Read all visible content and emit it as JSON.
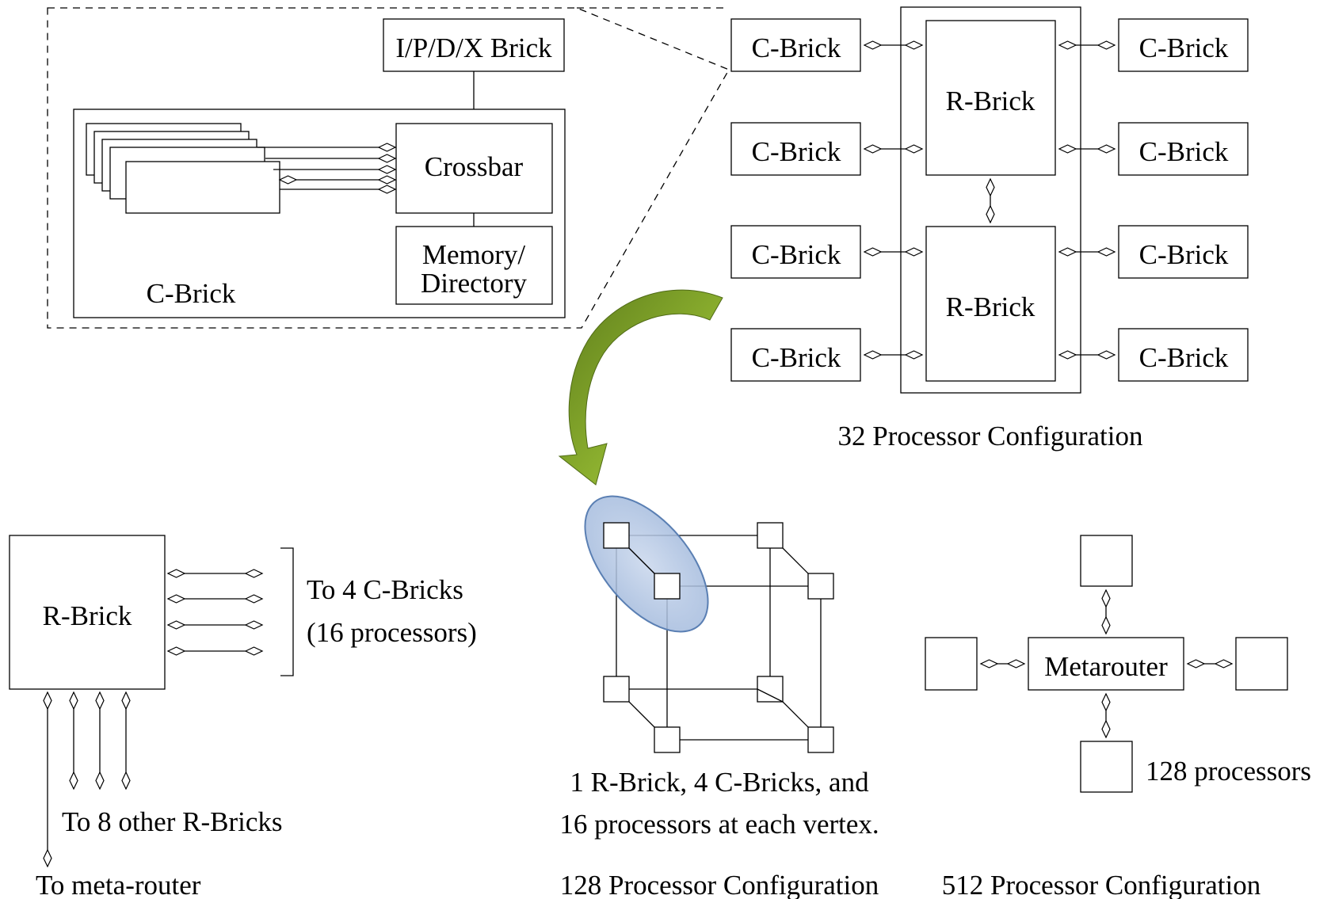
{
  "zoom_detail": {
    "io_brick": "I/P/D/X Brick",
    "crossbar": "Crossbar",
    "memory_line1": "Memory/",
    "memory_line2": "Directory",
    "cbrick_label": "C-Brick"
  },
  "config32": {
    "cbrick": "C-Brick",
    "rbrick": "R-Brick",
    "caption": "32 Processor Configuration"
  },
  "rbrick_detail": {
    "title": "R-Brick",
    "to_cbricks_line1": "To 4 C-Bricks",
    "to_cbricks_line2": "(16 processors)",
    "to_rbricks": "To 8 other R-Bricks",
    "to_metarouter": "To meta-router"
  },
  "config128": {
    "line1": "1 R-Brick, 4 C-Bricks, and",
    "line2": "16 processors at each vertex.",
    "caption": "128 Processor Configuration"
  },
  "config512": {
    "metarouter": "Metarouter",
    "processors": "128 processors",
    "caption": "512 Processor Configuration"
  },
  "colors": {
    "arrow_green_dark": "#5e7d1b",
    "arrow_green_light": "#a8c43d",
    "ellipse_fill": "#a9c0e0",
    "ellipse_stroke": "#5a7fb3"
  }
}
